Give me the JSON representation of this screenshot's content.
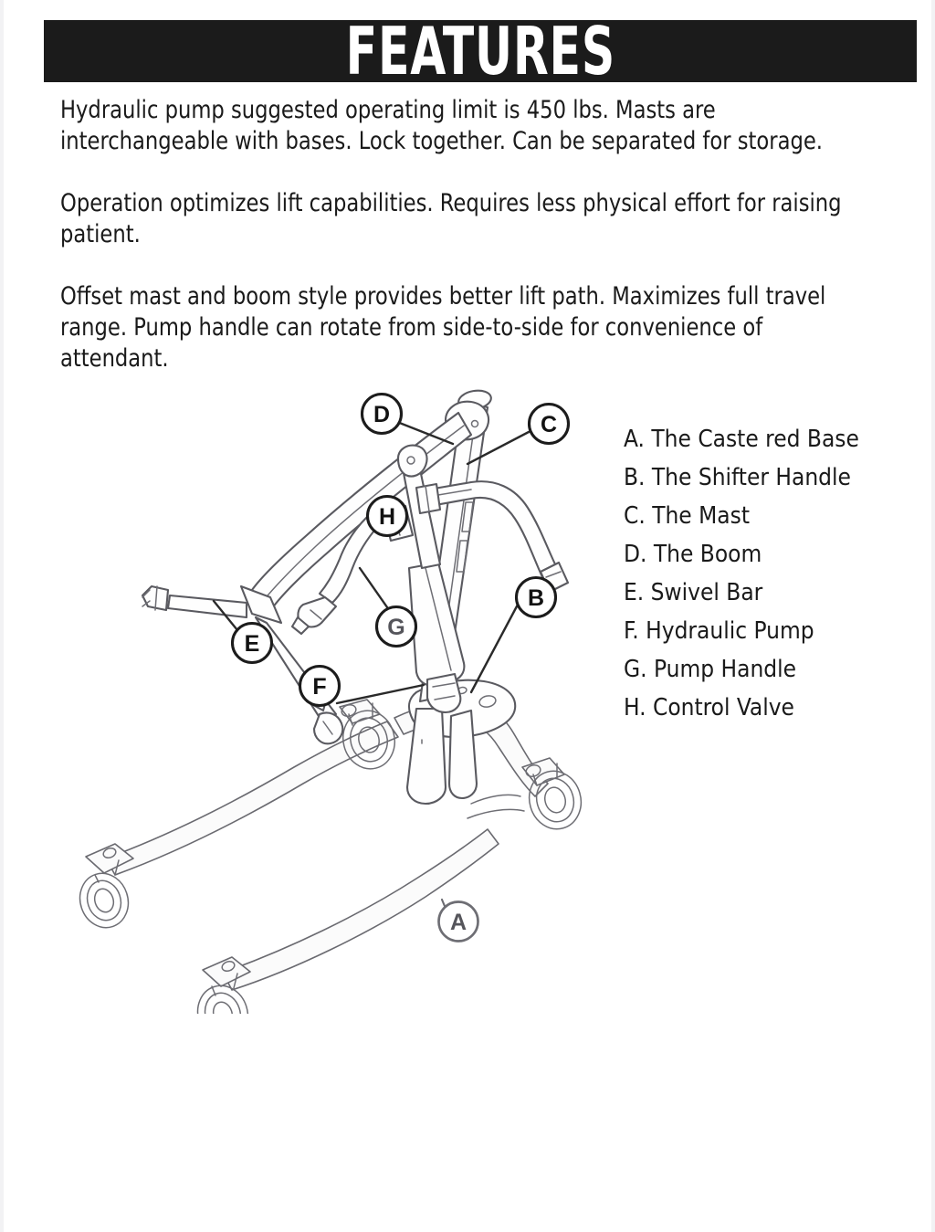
{
  "page": {
    "title": "FEATURES",
    "background_color": "#ffffff",
    "banner_color": "#1b1b1b",
    "text_color": "#1a1a1a"
  },
  "header": {
    "title": "FEATURES"
  },
  "intro": {
    "paragraphs": [
      "Hydraulic pump suggested operating limit is 450 lbs. Masts are interchangeable with bases. Lock together. Can be separated for storage.",
      "Operation optimizes lift capabilities. Requires less physical effort for raising patient.",
      "Offset mast and boom style provides better lift path. Maximizes full travel range. Pump handle can rotate from side-to-side for convenience of attendant."
    ]
  },
  "legend": {
    "items": [
      {
        "key": "A",
        "text": "A. The Caste red Base"
      },
      {
        "key": "B",
        "text": "B. The Shifter Handle"
      },
      {
        "key": "C",
        "text": "C. The Mast"
      },
      {
        "key": "D",
        "text": "D. The Boom"
      },
      {
        "key": "E",
        "text": "E. Swivel Bar"
      },
      {
        "key": "F",
        "text": "F. Hydraulic Pump"
      },
      {
        "key": "G",
        "text": "G. Pump Handle"
      },
      {
        "key": "H",
        "text": "H. Control Valve"
      }
    ]
  },
  "diagram": {
    "description": "Line-art technical illustration of a hydraulic patient lift shown in three-quarter view, with lettered callout bubbles A through H pointing to its parts.",
    "line_color": "#5a5a60",
    "callout_color": "#1c1c1c",
    "callouts": [
      {
        "key": "A",
        "label": "A",
        "target": "The Caste red Base"
      },
      {
        "key": "B",
        "label": "B",
        "target": "The Shifter Handle"
      },
      {
        "key": "C",
        "label": "C",
        "target": "The Mast"
      },
      {
        "key": "D",
        "label": "D",
        "target": "The Boom"
      },
      {
        "key": "E",
        "label": "E",
        "target": "Swivel Bar"
      },
      {
        "key": "F",
        "label": "F",
        "target": "Hydraulic Pump"
      },
      {
        "key": "G",
        "label": "G",
        "target": "Pump Handle"
      },
      {
        "key": "H",
        "label": "H",
        "target": "Control Valve"
      }
    ]
  }
}
